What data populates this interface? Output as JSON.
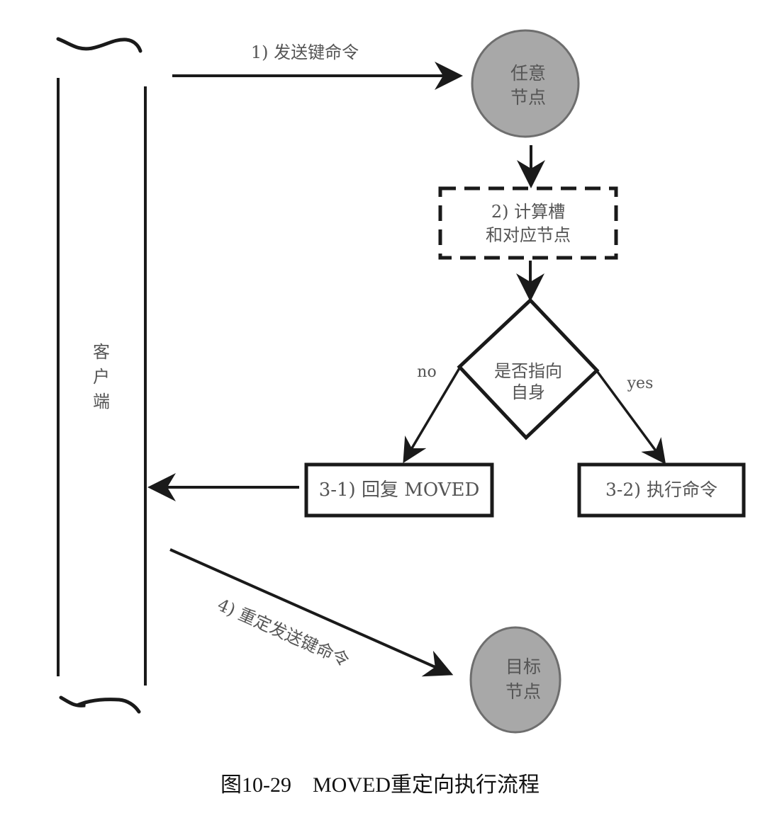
{
  "colors": {
    "stroke": "#1a1a1a",
    "node_fill": "#a8a8a8",
    "node_stroke": "#6e6e6e",
    "text": "#555555"
  },
  "client": {
    "label": [
      "客",
      "户",
      "端"
    ]
  },
  "steps": {
    "send": "1) 发送键命令",
    "compute": [
      "2) 计算槽",
      "和对应节点"
    ],
    "decision": [
      "是否指向",
      "自身"
    ],
    "no_label": "no",
    "yes_label": "yes",
    "reply_moved": "3-1) 回复 MOVED",
    "execute": "3-2) 执行命令",
    "redirect": "4) 重定发送键命令"
  },
  "nodes": {
    "any_node": [
      "任意",
      "节点"
    ],
    "target_node": [
      "目标",
      "节点"
    ]
  },
  "caption": "图10-29　MOVED重定向执行流程"
}
